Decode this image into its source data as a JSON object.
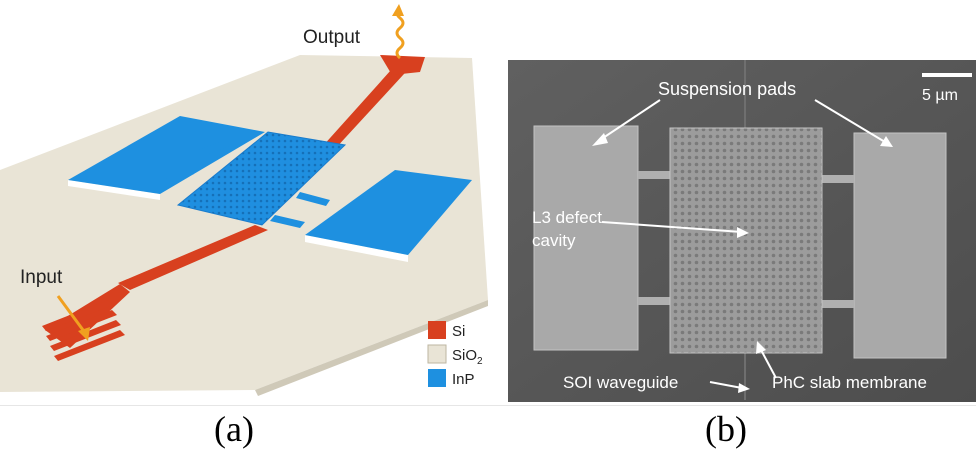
{
  "panel_a": {
    "output_label": "Output",
    "input_label": "Input",
    "legend": [
      {
        "label": "Si",
        "color": "#d8401f"
      },
      {
        "label": "SiO",
        "sub": "2",
        "color": "#e9e4d6"
      },
      {
        "label": "InP",
        "color": "#1e90e0"
      }
    ],
    "caption": "(a)"
  },
  "panel_b": {
    "suspension_pads": "Suspension pads",
    "scale_bar": "5 µm",
    "cavity_line1": "L3 defect",
    "cavity_line2": "cavity",
    "soi_waveguide": "SOI waveguide",
    "phc_membrane": "PhC slab membrane",
    "caption": "(b)"
  },
  "colors": {
    "si": "#d8401f",
    "inp": "#1e90e0",
    "substrate": "#e9e4d6",
    "arrow": "#f0a020",
    "sem_bg": "#5a5a5a"
  }
}
